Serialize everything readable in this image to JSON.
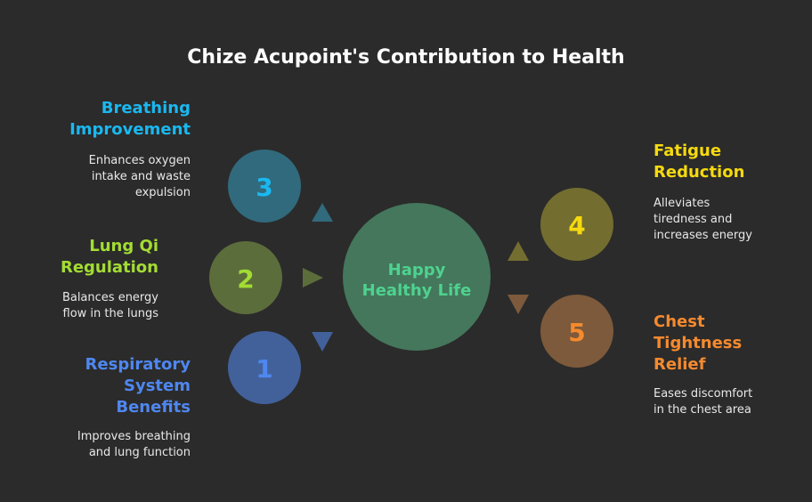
{
  "title": "Chize Acupoint's Contribution to Health",
  "center": {
    "label_line1": "Happy",
    "label_line2": "Healthy Life",
    "fill": "#44775c",
    "text_color": "#4fd28f"
  },
  "items": [
    {
      "number": "1",
      "heading": [
        "Respiratory",
        "System",
        "Benefits"
      ],
      "description": [
        "Improves breathing",
        "and lung function"
      ],
      "color": "#4f87f0",
      "fill": "#42619b"
    },
    {
      "number": "2",
      "heading": [
        "Lung Qi",
        "Regulation"
      ],
      "description": [
        "Balances energy",
        "flow in the lungs"
      ],
      "color": "#a3dc33",
      "fill": "#5c6d3c"
    },
    {
      "number": "3",
      "heading": [
        "Breathing",
        "Improvement"
      ],
      "description": [
        "Enhances oxygen",
        "intake and waste",
        "expulsion"
      ],
      "color": "#1ab8f0",
      "fill": "#316a7c"
    },
    {
      "number": "4",
      "heading": [
        "Fatigue",
        "Reduction"
      ],
      "description": [
        "Alleviates",
        "tiredness and",
        "increases energy"
      ],
      "color": "#f5d90f",
      "fill": "#736d30"
    },
    {
      "number": "5",
      "heading": [
        "Chest",
        "Tightness",
        "Relief"
      ],
      "description": [
        "Eases discomfort",
        "in the chest area"
      ],
      "color": "#f58a2e",
      "fill": "#7d5a3b"
    }
  ]
}
